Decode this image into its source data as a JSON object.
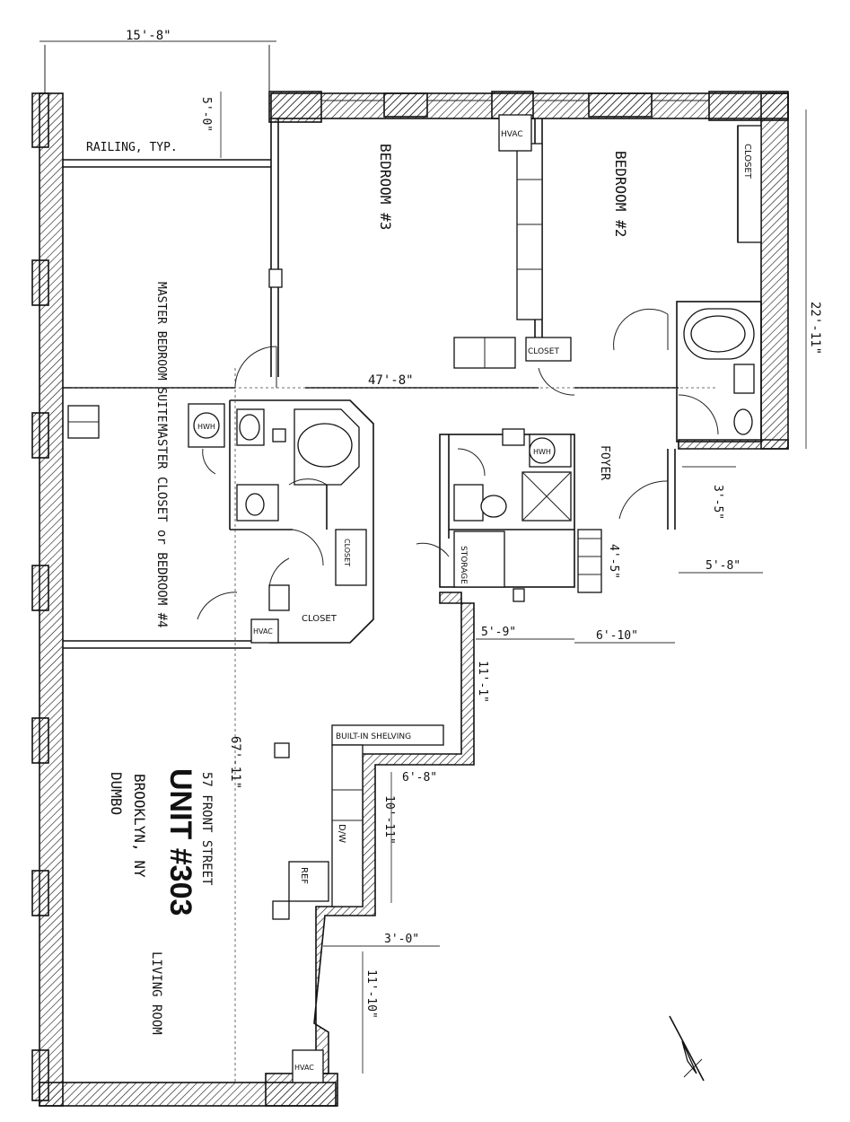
{
  "project": {
    "address": "57 FRONT STREET",
    "unit": "UNIT #303",
    "city": "BROOKLYN, NY",
    "area": "DUMBO"
  },
  "rooms": {
    "master_suite": "MASTER BEDROOM SUITE",
    "master_closet": "MASTER CLOSET or BEDROOM #4",
    "bedroom3": "BEDROOM #3",
    "bedroom2": "BEDROOM #2",
    "foyer": "FOYER",
    "living": "LIVING ROOM"
  },
  "labels": {
    "railing": "RAILING, TYP.",
    "hvac": "HVAC",
    "closet": "CLOSET",
    "closet_short": "CLOSET",
    "hwh": "HWH",
    "storage": "STORAGE",
    "shelving": "BUILT-IN SHELVING",
    "dw": "D/W",
    "ref": "REF"
  },
  "dimensions": {
    "top_width": "15'-8\"",
    "balcony_depth": "5'-0\"",
    "overall_width": "47'-8\"",
    "overall_length": "67'-11\"",
    "right_depth": "22'-11\"",
    "step1": "3'-5\"",
    "step2": "5'-8\"",
    "step3": "4'-5\"",
    "step4": "5'-9\"",
    "step5": "6'-10\"",
    "step6": "11'-1\"",
    "step7": "6'-8\"",
    "step8": "10'-11\"",
    "step9": "3'-0\"",
    "step10": "11'-10\""
  }
}
